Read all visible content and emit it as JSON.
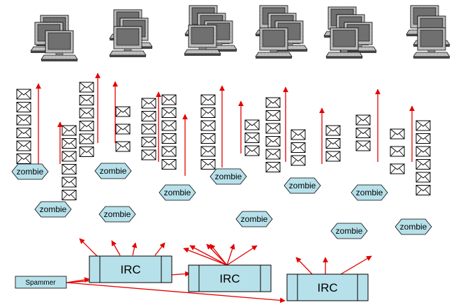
{
  "zombie_label": "zombie",
  "irc_label": "IRC",
  "spammer_label": "Spammer",
  "colors": {
    "zombie_fill": "#b7e1ea",
    "irc_fill": "#b7e1ea",
    "spammer_fill": "#b7e1ea",
    "arrow": "#e30000",
    "outline": "#000000",
    "envelope_fill": "#ffffff"
  },
  "icons": {
    "computer": "computer-icon",
    "envelope": "envelope-icon",
    "arrow": "red-arrow"
  }
}
